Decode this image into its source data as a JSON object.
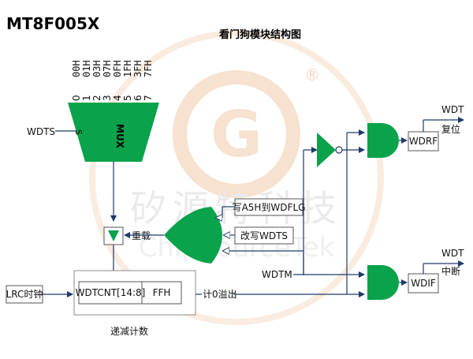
{
  "header": {
    "chip_name": "MT8F005X",
    "diagram_title": "看门狗模块结构图"
  },
  "watermark": {
    "cn_text": "矽源特科技",
    "en_text": "ChipSourceTek",
    "registered_mark": "®"
  },
  "mux": {
    "label": "MUX",
    "select_label": "S",
    "select_input": "WDTS",
    "inputs": [
      {
        "index": "0",
        "value": "00H"
      },
      {
        "index": "1",
        "value": "01H"
      },
      {
        "index": "2",
        "value": "03H"
      },
      {
        "index": "3",
        "value": "07H"
      },
      {
        "index": "4",
        "value": "0FH"
      },
      {
        "index": "5",
        "value": "1FH"
      },
      {
        "index": "6",
        "value": "3FH"
      },
      {
        "index": "7",
        "value": "7FH"
      }
    ]
  },
  "blocks": {
    "reload_label": "重载",
    "write_a5h": "写A5H到WDFLG",
    "change_wdts": "改写WDTS",
    "counter_left": "WDTCNT[14:8]",
    "counter_right": "FFH",
    "counter_caption": "递减计数",
    "clock_input": "LRC时钟",
    "overflow_label": "计0溢出",
    "wdtm": "WDTM",
    "wdrf": "WDRF",
    "wdif": "WDIF"
  },
  "outputs": {
    "reset_top": "WDT",
    "reset_bottom": "复位",
    "int_top": "WDT",
    "int_bottom": "中断"
  },
  "colors": {
    "green": "#0aa24a",
    "line": "#1f3a6b",
    "box_border": "#555555",
    "watermark": "#f2c9a8"
  }
}
